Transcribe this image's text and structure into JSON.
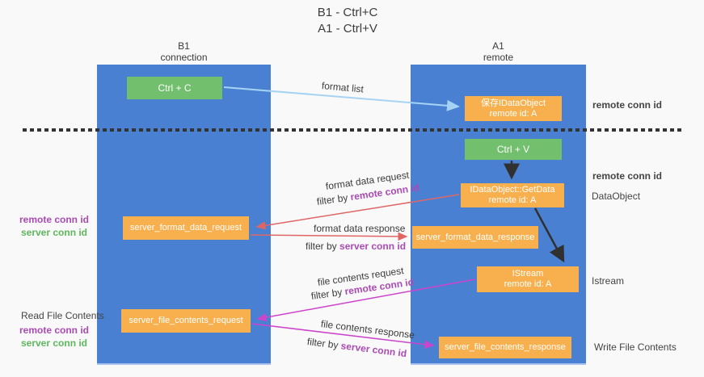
{
  "title": {
    "line1": "B1 - Ctrl+C",
    "line2": "A1 - Ctrl+V"
  },
  "columns": {
    "left": {
      "header_line1": "B1",
      "header_line2": "connection"
    },
    "right": {
      "header_line1": "A1",
      "header_line2": "remote"
    }
  },
  "boxes": {
    "ctrl_c": "Ctrl + C",
    "save_idataobject": {
      "line1": "保存IDataObject",
      "line2": "remote id: A"
    },
    "ctrl_v": "Ctrl + V",
    "getdata": {
      "line1": "IDataObject::GetData",
      "line2": "remote id: A"
    },
    "format_request": "server_format_data_request",
    "format_response": "server_format_data_response",
    "istream": {
      "line1": "IStream",
      "line2": "remote id: A"
    },
    "file_request": "server_file_contents_request",
    "file_response": "server_file_contents_response"
  },
  "arrow_labels": {
    "format_list": "format list",
    "format_data_request": "format data request",
    "format_data_response": "format data response",
    "file_contents_request": "file contents request",
    "file_contents_response": "file contents response",
    "filter_by": "filter by ",
    "remote_conn_id": "remote conn id",
    "server_conn_id": "server conn id"
  },
  "side_labels": {
    "remote_conn_id": "remote conn id",
    "server_conn_id": "server conn id",
    "dataobject": "DataObject",
    "istream": "Istream",
    "read_file_contents": "Read File Contents",
    "write_file_contents": "Write File Contents"
  },
  "colors": {
    "column_blue": "#4a80d2",
    "box_orange": "#f8b04e",
    "box_green": "#72bf6e",
    "arrow_light_blue": "#a5d3f3",
    "arrow_red": "#e06666",
    "arrow_magenta": "#cc44cc",
    "arrow_black": "#303030",
    "purple_text": "#ab4ab5",
    "green_text": "#5cb85c"
  }
}
